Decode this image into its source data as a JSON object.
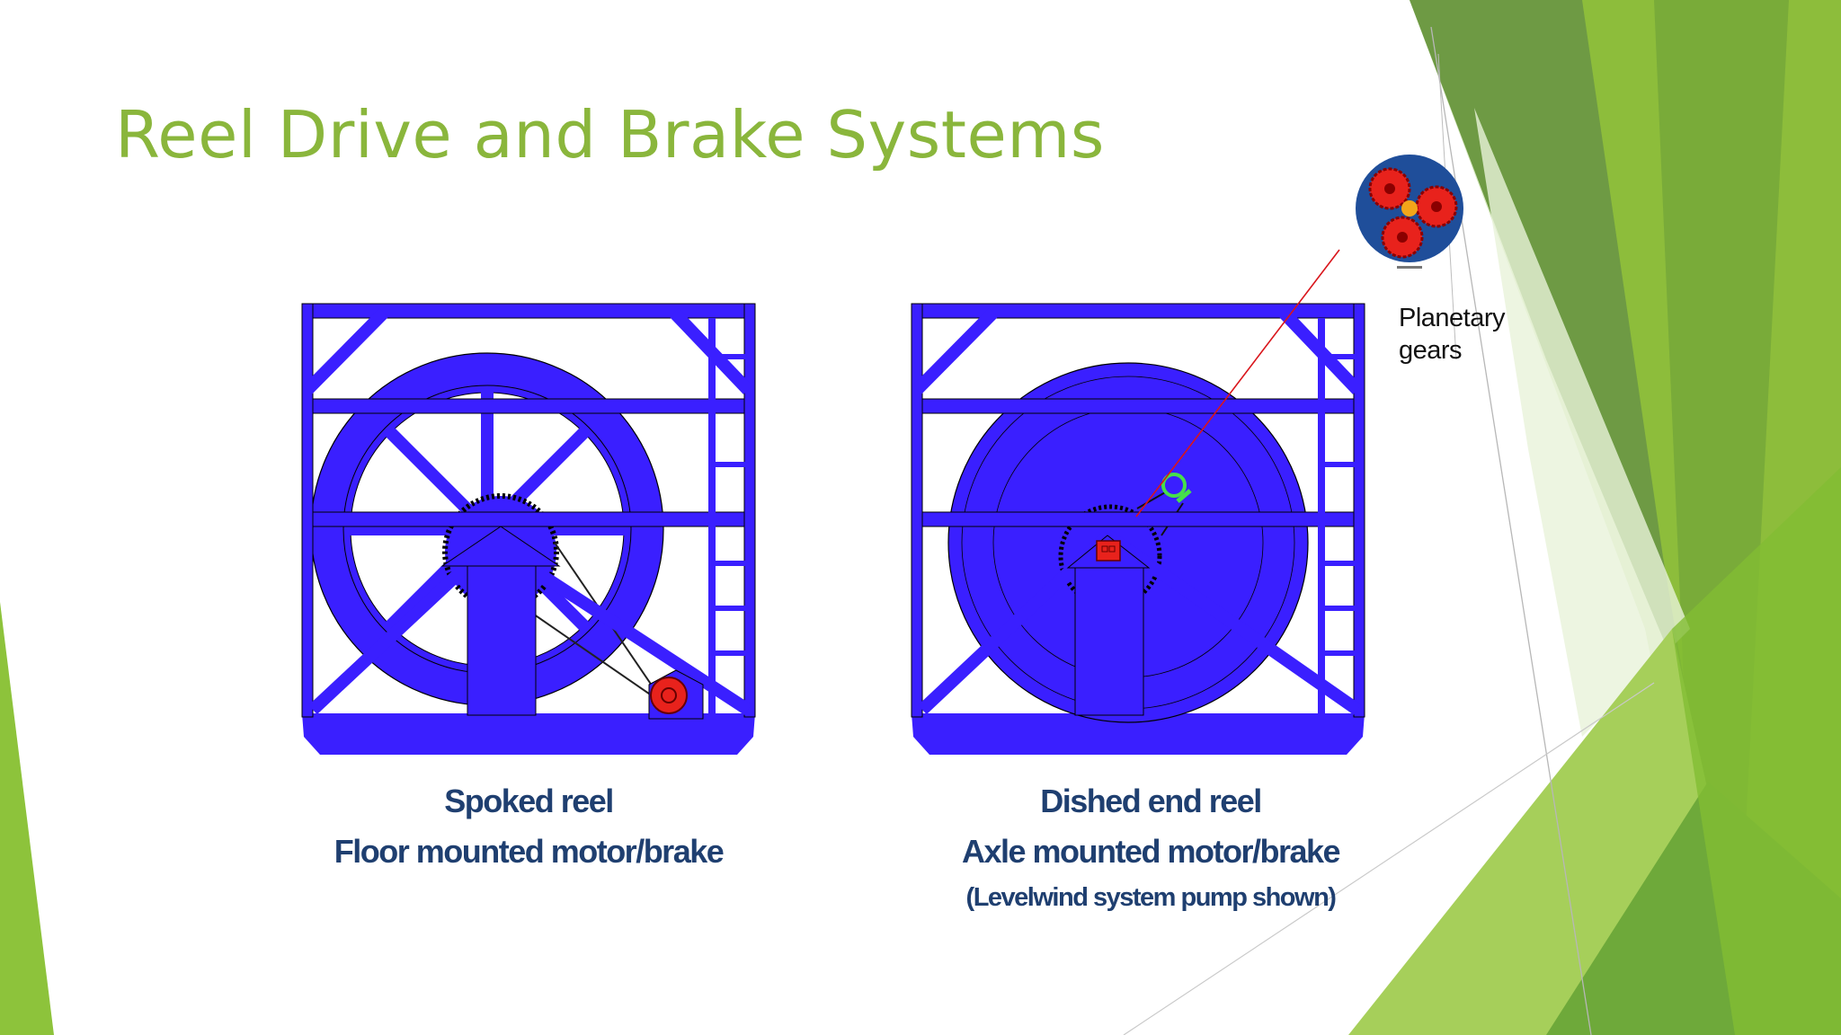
{
  "slide": {
    "title": "Reel Drive and Brake Systems",
    "left": {
      "line1": "Spoked reel",
      "line2": "Floor mounted motor/brake"
    },
    "right": {
      "line1": "Dished end reel",
      "line2": "Axle mounted motor/brake",
      "line3": "(Levelwind system pump shown)"
    },
    "callout": {
      "line1": "Planetary",
      "line2": "gears"
    }
  },
  "colors": {
    "title": "#8ab63c",
    "caption": "#1f3f70",
    "reel_blue": "#3a1fff",
    "motor_red": "#e8221c",
    "leader_red": "#d9151b",
    "accent_green": "#7dbb2f"
  },
  "icons": [
    "spoked-reel-drawing",
    "dished-reel-drawing",
    "planetary-gears-icon"
  ]
}
